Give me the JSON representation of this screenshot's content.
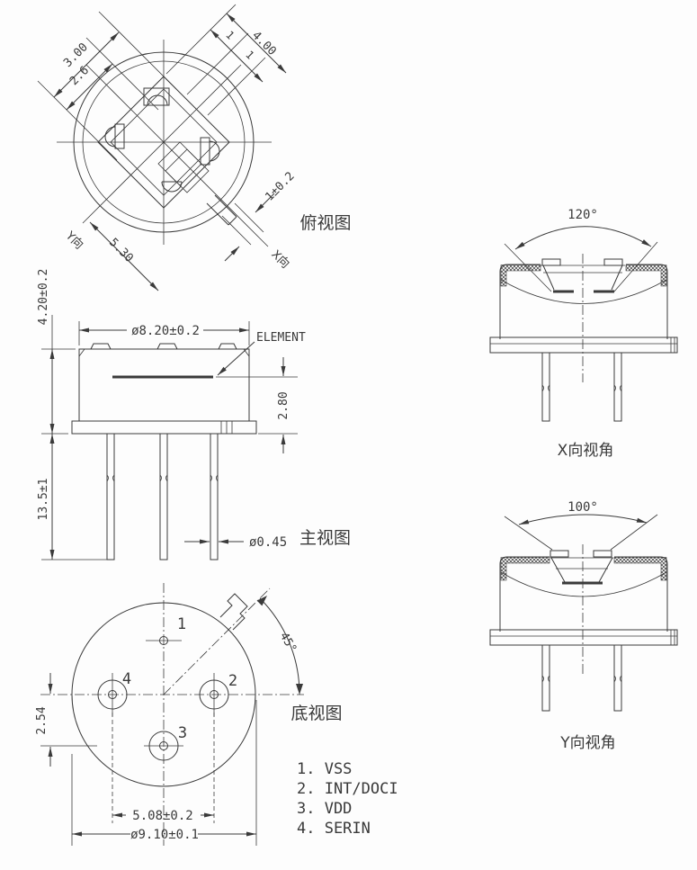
{
  "drawing": {
    "background": "#fdfdfd",
    "line_color": "#3a3a3a",
    "top_view": {
      "label": "俯视图",
      "dims": {
        "cap_w": "3.00",
        "cap_w2": "2.6",
        "win_w": "4.00",
        "seg_a": "1",
        "seg_b": "1",
        "tab_w": "1±0.2",
        "diag": "5.30"
      },
      "axis_x": "X向",
      "axis_y": "Y向"
    },
    "front_view": {
      "label": "主视图",
      "element_label": "ELEMENT",
      "dims": {
        "cap_dia": "ø8.20±0.2",
        "cap_h": "4.20±0.2",
        "elem_depth": "2.80",
        "pin_len": "13.5±1",
        "pin_dia": "ø0.45"
      }
    },
    "bottom_view": {
      "label": "底视图",
      "dims": {
        "row_offset": "2.54",
        "pin_pitch": "5.08±0.2",
        "base_dia": "ø9.10±0.1",
        "tab_angle": "45°"
      },
      "pins": {
        "p1": "1",
        "p2": "2",
        "p3": "3",
        "p4": "4"
      }
    },
    "x_view": {
      "label": "X向视角",
      "angle": "120°"
    },
    "y_view": {
      "label": "Y向视角",
      "angle": "100°"
    },
    "pinout": [
      "1. VSS",
      "2. INT/DOCI",
      "3. VDD",
      "4. SERIN"
    ]
  }
}
